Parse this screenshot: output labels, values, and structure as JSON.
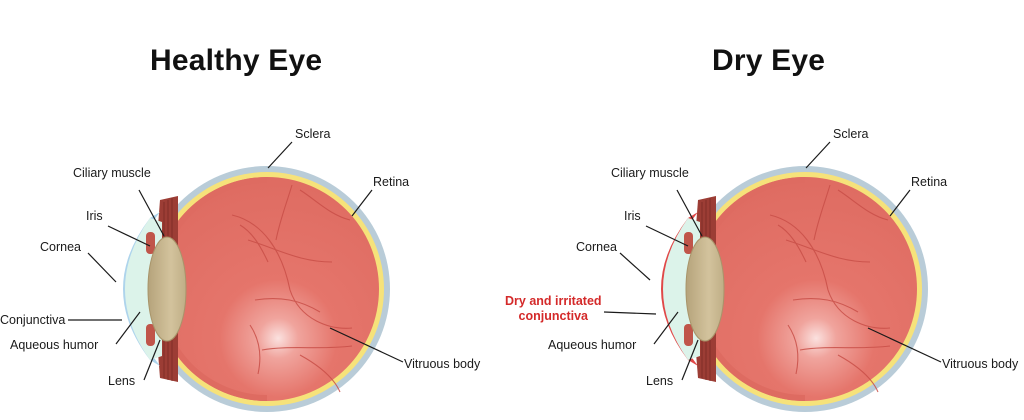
{
  "diagrams": [
    {
      "title": "Healthy Eye",
      "labels": {
        "sclera": "Sclera",
        "retina": "Retina",
        "ciliary_muscle": "Ciliary muscle",
        "iris": "Iris",
        "cornea": "Cornea",
        "conjunctiva": "Conjunctiva",
        "aqueous_humor": "Aqueous humor",
        "lens": "Lens",
        "vitreous_body": "Vitruous body"
      }
    },
    {
      "title": "Dry Eye",
      "labels": {
        "sclera": "Sclera",
        "retina": "Retina",
        "ciliary_muscle": "Ciliary muscle",
        "iris": "Iris",
        "cornea": "Cornea",
        "dry_conjunctiva_line1": "Dry and irritated",
        "dry_conjunctiva_line2": "conjunctiva",
        "aqueous_humor": "Aqueous humor",
        "lens": "Lens",
        "vitreous_body": "Vitruous body"
      }
    }
  ],
  "colors": {
    "sclera": "#b9ccd8",
    "retina": "#f6e27a",
    "vitreous": "#e5756b",
    "cornea_healthy": "#aed4ec",
    "cornea_dry": "#e04848",
    "aqueous": "#dcf3ea",
    "lens": "#c9b992",
    "iris": "#c0554a",
    "ciliary": "#9c3d35",
    "vessel": "#c94f48",
    "dry_label": "#d42a2a"
  }
}
